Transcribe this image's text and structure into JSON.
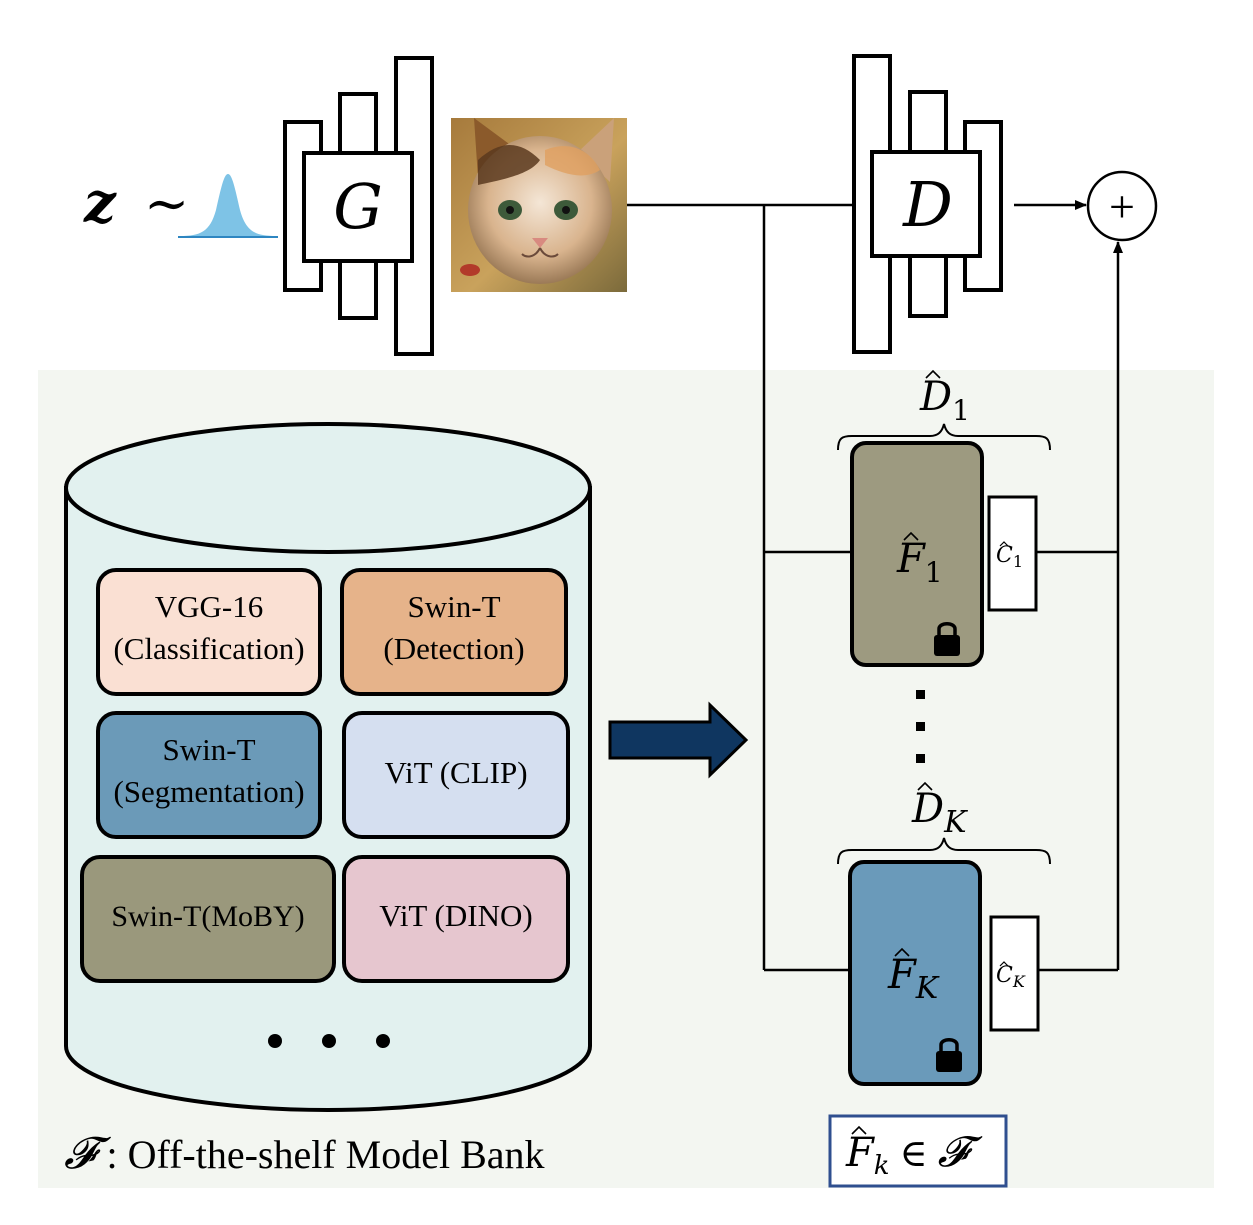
{
  "generator": {
    "latent": "z",
    "sim": "∼",
    "label": "G"
  },
  "discriminator": {
    "label": "D",
    "sum_symbol": "+"
  },
  "projected": [
    {
      "d_label": "D",
      "d_sub": "1",
      "f_label": "F",
      "f_sub": "1",
      "c_label": "C",
      "c_sub": "1",
      "color": "#9d9a80"
    },
    {
      "d_label": "D",
      "d_sub": "K",
      "f_label": "F",
      "f_sub": "K",
      "c_label": "C",
      "c_sub": "K",
      "color": "#6a9aba"
    }
  ],
  "ellipsis_vertical": "⋮",
  "bank": {
    "caption_symbol": "𝓕",
    "caption_text": " : Off-the-shelf Model Bank",
    "more": "•   •   •",
    "models": [
      {
        "line1": "VGG-16",
        "line2": "(Classification)",
        "color": "#fae0d3"
      },
      {
        "line1": "Swin-T",
        "line2": "(Detection)",
        "color": "#e6b38a"
      },
      {
        "line1": "Swin-T",
        "line2": "(Segmentation)",
        "color": "#6b9ab8"
      },
      {
        "line1": "ViT (CLIP)",
        "line2": "",
        "color": "#d5dff0"
      },
      {
        "line1": "Swin-T(MoBY)",
        "line2": "",
        "color": "#9a987c"
      },
      {
        "line1": "ViT (DINO)",
        "line2": "",
        "color": "#e6c6cf"
      }
    ]
  },
  "membership": {
    "f": "F",
    "sub": "k",
    "in": "∈",
    "set": "𝓕"
  },
  "colors": {
    "panel": "#f3f6f1",
    "cylinder": "#e2f1ef",
    "arrow": "#0f3660",
    "membership_border": "#2f4f8f",
    "gaussian": "#7ec3e6"
  }
}
